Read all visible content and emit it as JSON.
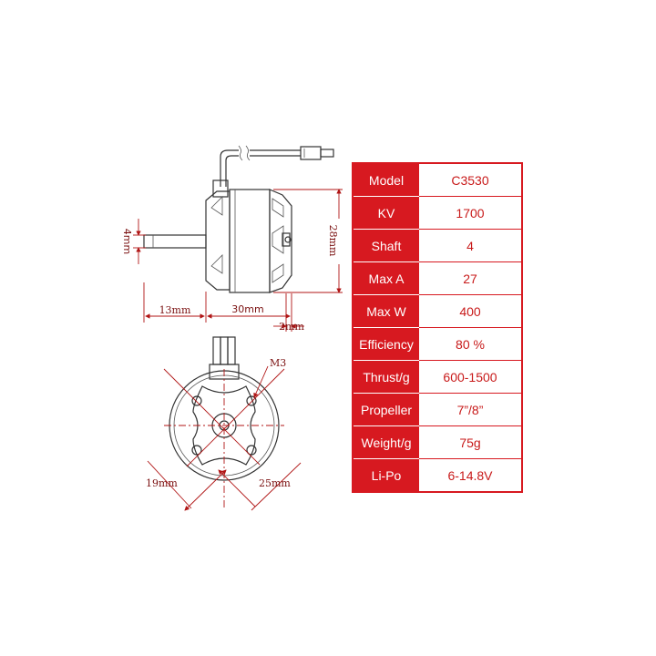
{
  "dimensions": {
    "shaft_dia": "4mm",
    "shaft_len": "13mm",
    "body_len": "30mm",
    "flange": "2mm",
    "body_dia": "28mm",
    "screw": "M3",
    "mount_a": "19mm",
    "mount_b": "25mm"
  },
  "specs": [
    {
      "key": "Model",
      "value": "C3530"
    },
    {
      "key": "KV",
      "value": "1700"
    },
    {
      "key": "Shaft",
      "value": "4"
    },
    {
      "key": "Max A",
      "value": "27"
    },
    {
      "key": "Max W",
      "value": "400"
    },
    {
      "key": "Efficiency",
      "value": "80 %"
    },
    {
      "key": "Thrust/g",
      "value": "600-1500"
    },
    {
      "key": "Propeller",
      "value": "7”/8”"
    },
    {
      "key": "Weight/g",
      "value": "75g"
    },
    {
      "key": "Li-Po",
      "value": "6-14.8V"
    }
  ],
  "colors": {
    "accent": "#d71920",
    "dimension": "#b01515"
  }
}
